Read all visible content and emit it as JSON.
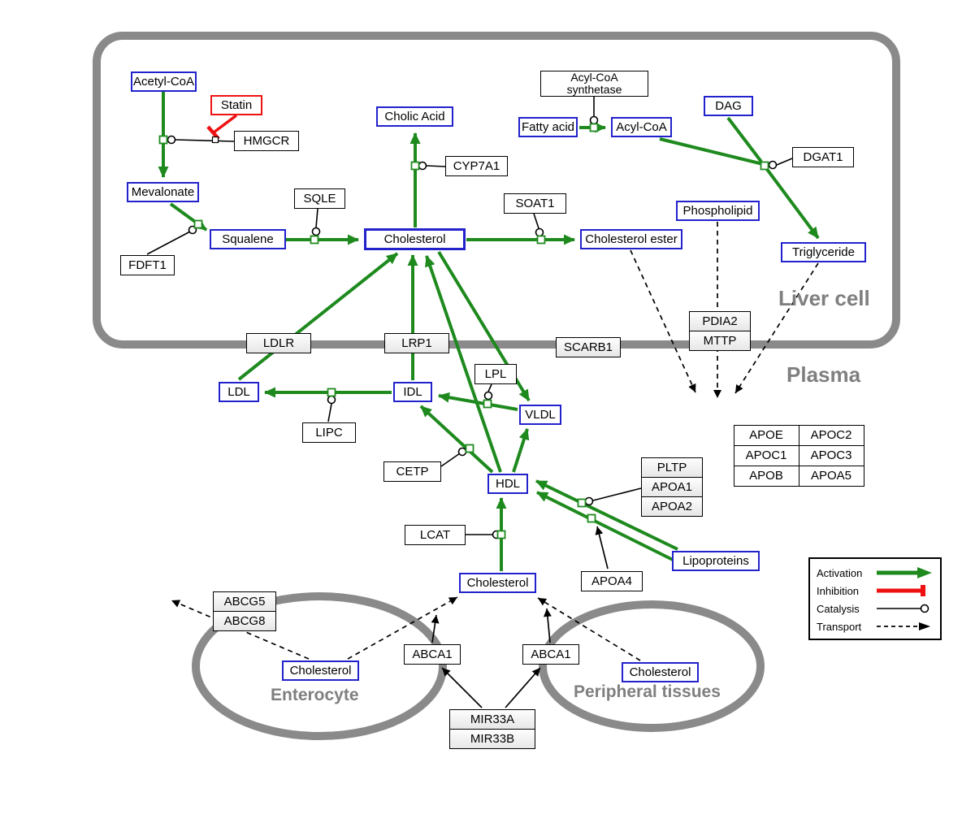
{
  "regions": {
    "liver_cell": "Liver cell",
    "plasma": "Plasma",
    "enterocyte": "Enterocyte",
    "peripheral_tissues": "Peripheral tissues"
  },
  "nodes": {
    "acetyl_coa": "Acetyl-CoA",
    "statin": "Statin",
    "hmgcr": "HMGCR",
    "mevalonate": "Mevalonate",
    "fdft1": "FDFT1",
    "squalene": "Squalene",
    "sqle": "SQLE",
    "cholic_acid": "Cholic Acid",
    "cyp7a1": "CYP7A1",
    "cholesterol_liver": "Cholesterol",
    "soat1": "SOAT1",
    "cholesterol_ester": "Cholesterol ester",
    "acyl_coa_synthetase": "Acyl-CoA synthetase",
    "fatty_acid": "Fatty acid",
    "acyl_coa": "Acyl-CoA",
    "dag": "DAG",
    "dgat1": "DGAT1",
    "phospholipid": "Phospholipid",
    "triglyceride": "Triglyceride",
    "ldlr": "LDLR",
    "lrp1": "LRP1",
    "scarb1": "SCARB1",
    "pdia2": "PDIA2",
    "mttp": "MTTP",
    "ldl": "LDL",
    "idl": "IDL",
    "lipc": "LIPC",
    "lpl": "LPL",
    "vldl": "VLDL",
    "cetp": "CETP",
    "hdl": "HDL",
    "lcat": "LCAT",
    "pltp": "PLTP",
    "apoa1": "APOA1",
    "apoa2": "APOA2",
    "apoa4": "APOA4",
    "lipoproteins": "Lipoproteins",
    "apoe": "APOE",
    "apoc2": "APOC2",
    "apoc1": "APOC1",
    "apoc3": "APOC3",
    "apob": "APOB",
    "apoa5": "APOA5",
    "cholesterol_plasma": "Cholesterol",
    "abcg5": "ABCG5",
    "abcg8": "ABCG8",
    "cholesterol_enterocyte": "Cholesterol",
    "abca1_enterocyte": "ABCA1",
    "abca1_peripheral": "ABCA1",
    "cholesterol_peripheral": "Cholesterol",
    "mir33a": "MIR33A",
    "mir33b": "MIR33B"
  },
  "legend": {
    "activation": "Activation",
    "inhibition": "Inhibition",
    "catalysis": "Catalysis",
    "transport": "Transport"
  },
  "colors": {
    "metabolite_border": "#2222cc",
    "activation_green": "#1e8a1e",
    "inhibition_red": "#ee1111",
    "membrane_gray": "#8a8a8a"
  }
}
